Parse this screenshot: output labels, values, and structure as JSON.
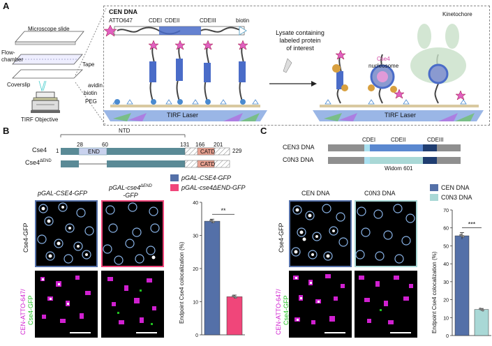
{
  "panel_a": {
    "letter": "A",
    "title": "CEN DNA",
    "setup_labels": {
      "microscope_slide": "Microscope slide",
      "flow_chamber": "Flow-\nchamber",
      "tape": "Tape",
      "coverslip": "Coverslip",
      "tirf_objective": "TIRF Objective",
      "avidin": "avidin",
      "biotin_left": "biotin",
      "peg": "PEG"
    },
    "dna_labels": {
      "dye": "ATTO647",
      "cdei": "CDEI",
      "cdeii": "CDEII",
      "cdeiii": "CDEIII",
      "biotin": "biotin"
    },
    "lysate_text": "Lysate containing\nlabeled protein\nof interest",
    "tirf_left": "TIRF Laser",
    "tirf_right": "TIRF Laser",
    "cse4_nucleosome_1": "Cse4",
    "cse4_nucleosome_2": "nucleosome",
    "kinetochore": "Kinetochore"
  },
  "panel_b": {
    "letter": "B",
    "domain_map": {
      "ntd": "NTD",
      "positions_top": [
        "28",
        "60",
        "131",
        "166",
        "201"
      ],
      "start": "1",
      "end": "229",
      "row1_label": "Cse4",
      "row2_label_main": "Cse4",
      "row2_label_sup": "ΔEND",
      "end_box": "END",
      "catd_box_1": "CATD",
      "catd_box_2": "CATD"
    },
    "col1_title": "pGAL-CSE4-GFP",
    "col2_title_1": "pGAL-cse4",
    "col2_title_sup": "ΔEND",
    "col2_title_2": "-GFP",
    "row1_label": "Cse4-GFP",
    "row2_label_a": "CEN-ATTO-647/",
    "row2_label_b": "Cse4-GFP",
    "legend": [
      "pGAL-CSE4-GFP",
      "pGAL-cse4ΔEND-GFP"
    ],
    "significance": "**"
  },
  "panel_c": {
    "letter": "C",
    "dna_map": {
      "row1": "CEN3 DNA",
      "row2": "C0N3 DNA",
      "cdei": "CDEI",
      "cdeii": "CDEII",
      "cdeiii": "CDEIII",
      "widom": "Widom 601"
    },
    "col1_title": "CEN DNA",
    "col2_title": "C0N3 DNA",
    "row1_label": "Cse4-GFP",
    "row2_label_a": "CEN-ATTO-647/",
    "row2_label_b": "Cse4-GFP",
    "legend": [
      "CEN DNA",
      "C0N3 DNA"
    ],
    "significance": "***"
  },
  "colors": {
    "blue_bar": "#5470a8",
    "pink_bar": "#f0467a",
    "teal_bar": "#a9d8d6",
    "magenta": "#d020d0",
    "green": "#20c020",
    "circle_blue": "#8ab4e8"
  },
  "chart_data": [
    {
      "type": "bar",
      "categories": [
        "pGAL-CSE4-GFP",
        "pGAL-cse4ΔEND-GFP"
      ],
      "values": [
        34.3,
        11.5
      ],
      "errors": [
        0.6,
        0.5
      ],
      "ylabel": "Endpoint Cse4 colocalization (%)",
      "ylim": [
        0,
        40
      ],
      "yticks": [
        "0",
        "10",
        "20",
        "30",
        "40"
      ],
      "significance": "**"
    },
    {
      "type": "bar",
      "categories": [
        "CEN DNA",
        "C0N3 DNA"
      ],
      "values": [
        55.6,
        14.5
      ],
      "errors": [
        1.8,
        0.6
      ],
      "ylabel": "Endpoint Cse4 colocalization (%)",
      "ylim": [
        0,
        70
      ],
      "yticks": [
        "0",
        "10",
        "20",
        "30",
        "40",
        "50",
        "60",
        "70"
      ],
      "significance": "***"
    }
  ]
}
